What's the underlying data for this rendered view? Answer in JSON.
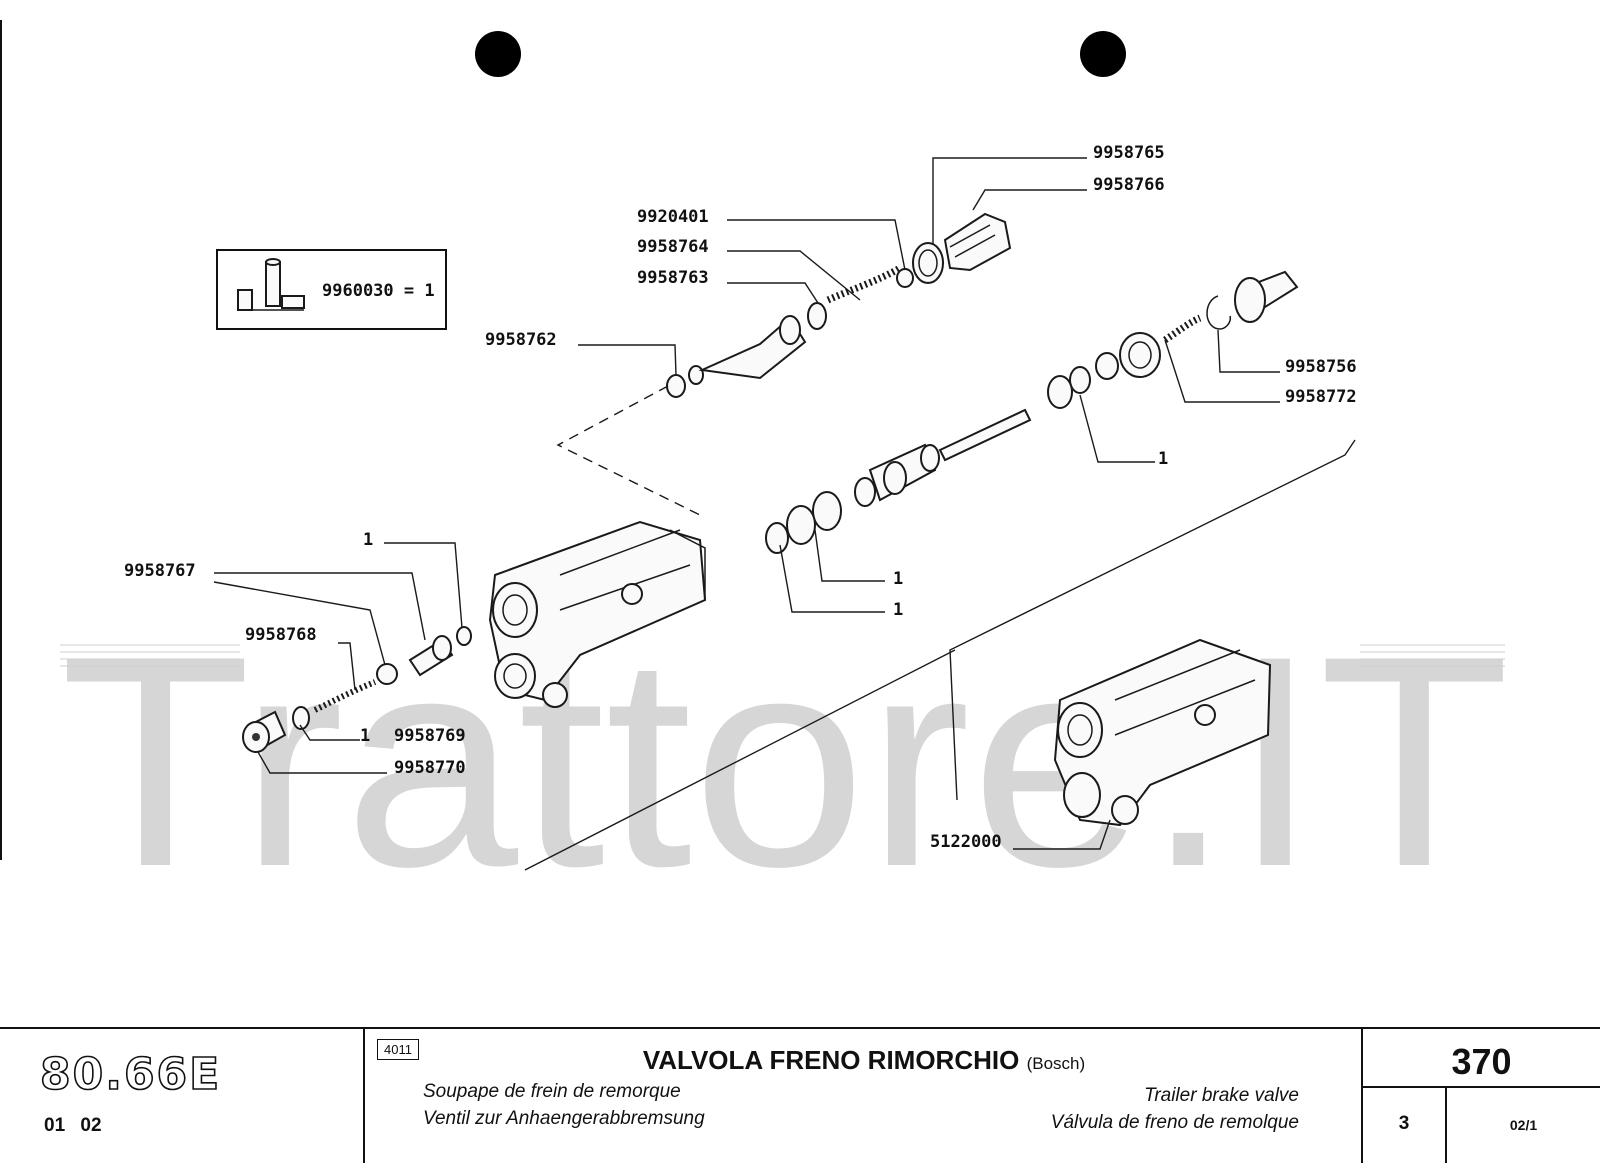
{
  "watermark": "Trattore.IT",
  "kit_label": "9960030 = 1",
  "callouts": {
    "p9958765": "9958765",
    "p9958766": "9958766",
    "p9920401": "9920401",
    "p9958764": "9958764",
    "p9958763": "9958763",
    "p9958762": "9958762",
    "p9958756": "9958756",
    "p9958772": "9958772",
    "p9958767": "9958767",
    "p9958768": "9958768",
    "p9958769": "9958769",
    "p9958770": "9958770",
    "p5122000": "5122000",
    "qty_seal_mid": "1",
    "qty_orings_a": "1",
    "qty_orings_b": "1",
    "qty_left_top": "1",
    "qty_left_bottom": "1"
  },
  "title_block": {
    "model": "80.66E",
    "model_sub": "01  02",
    "group_code": "4011",
    "title_it": "VALVOLA FRENO RIMORCHIO",
    "brand": "(Bosch)",
    "title_fr": "Soupape de frein de remorque",
    "title_de": "Ventil zur Anhaengerabbremsung",
    "title_en": "Trailer brake valve",
    "title_es": "Válvula de freno de remolque",
    "page": "370",
    "sheet": "3",
    "revision": "02/1"
  }
}
